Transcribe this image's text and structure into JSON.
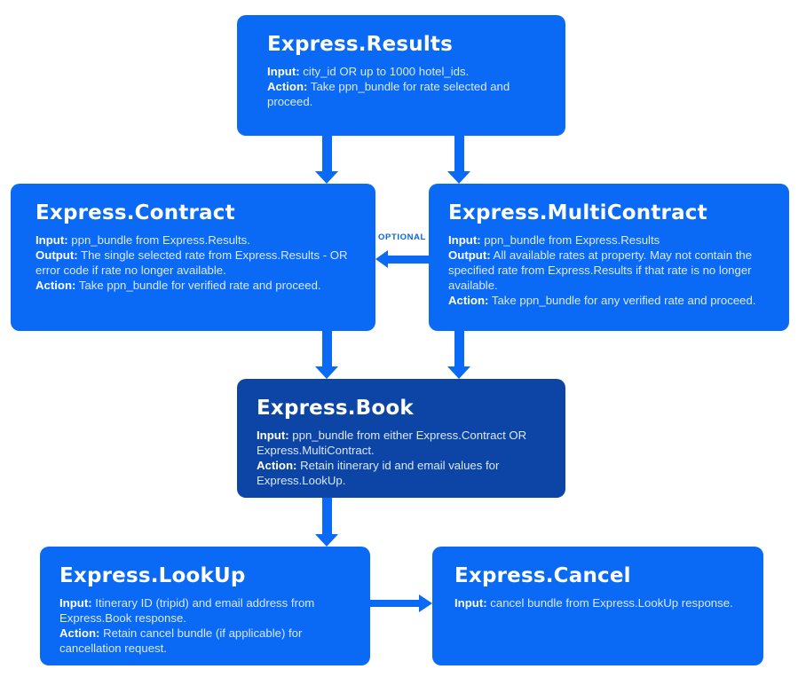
{
  "colors": {
    "node": "#0a6af5",
    "node-dark": "#0c45a6",
    "arrow": "#0a6af5",
    "optional": "#0d64dc",
    "body-text": "#d9e9fe"
  },
  "nodes": {
    "results": {
      "title": "Express.Results",
      "lines": [
        {
          "label": "Input:",
          "text": "city_id OR up to 1000 hotel_ids."
        },
        {
          "label": "Action:",
          "text": "Take ppn_bundle for rate selected and proceed."
        }
      ]
    },
    "contract": {
      "title": "Express.Contract",
      "lines": [
        {
          "label": "Input:",
          "text": "ppn_bundle from Express.Results."
        },
        {
          "label": "Output:",
          "text": "The single selected rate from Express.Results - OR error code if rate no longer available."
        },
        {
          "label": "Action:",
          "text": "Take ppn_bundle for verified rate and proceed."
        }
      ]
    },
    "multicontract": {
      "title": "Express.MultiContract",
      "lines": [
        {
          "label": "Input:",
          "text": "ppn_bundle from Express.Results"
        },
        {
          "label": "Output:",
          "text": "All available rates at property. May not contain the specified rate from Express.Results if that rate is no longer available."
        },
        {
          "label": "Action:",
          "text": "Take ppn_bundle for any verified rate and proceed."
        }
      ]
    },
    "book": {
      "title": "Express.Book",
      "lines": [
        {
          "label": "Input:",
          "text": "ppn_bundle from either Express.Contract OR Express.MultiContract."
        },
        {
          "label": "Action:",
          "text": "Retain itinerary id and email values for Express.LookUp."
        }
      ]
    },
    "lookup": {
      "title": "Express.LookUp",
      "lines": [
        {
          "label": "Input:",
          "text": "Itinerary ID (tripid) and email address from Express.Book response."
        },
        {
          "label": "Action:",
          "text": "Retain cancel bundle (if applicable) for cancellation request."
        }
      ]
    },
    "cancel": {
      "title": "Express.Cancel",
      "lines": [
        {
          "label": "Input:",
          "text": "cancel bundle from Express.LookUp response."
        }
      ]
    }
  },
  "connectors": {
    "optional_label": "OPTIONAL"
  }
}
